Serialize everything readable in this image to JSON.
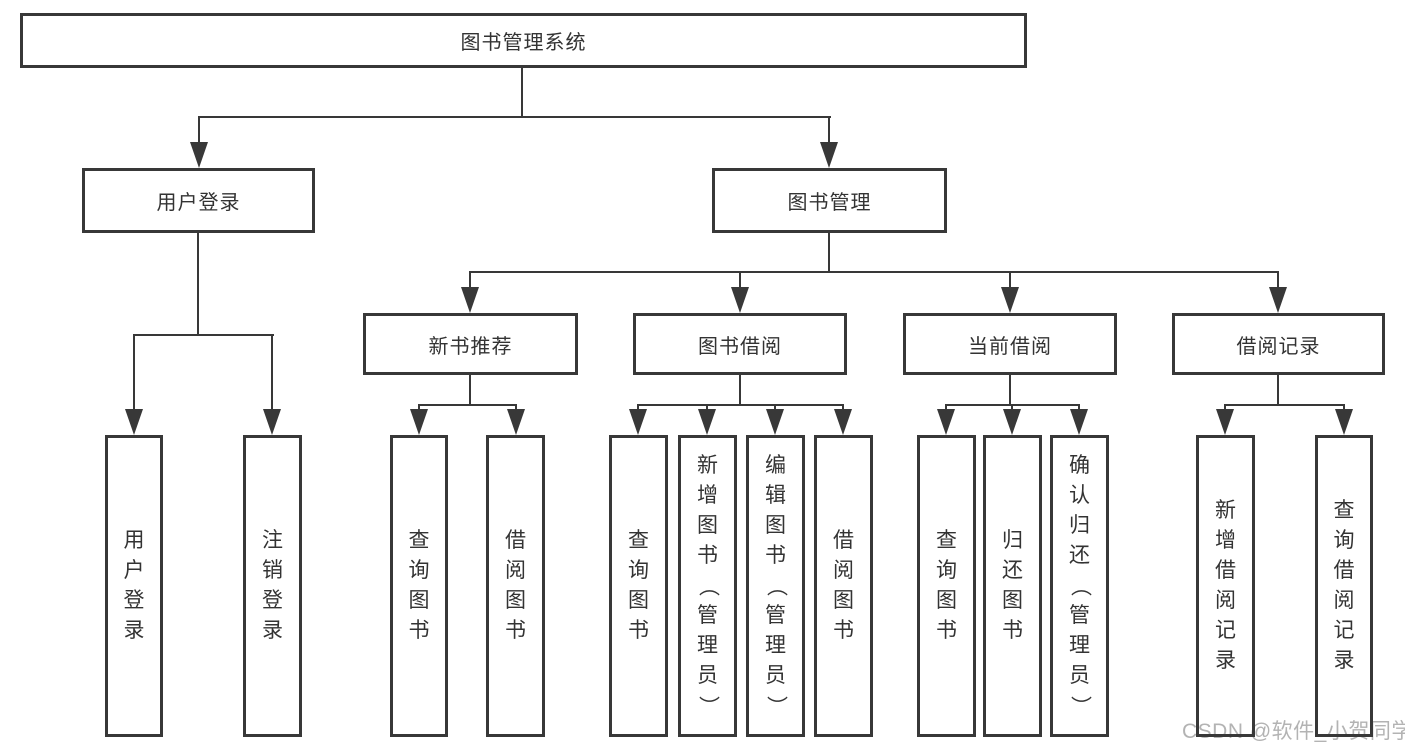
{
  "nodes": {
    "root": "图书管理系统",
    "user_login": "用户登录",
    "book_mgmt": "图书管理",
    "new_book_rec": "新书推荐",
    "book_borrow": "图书借阅",
    "current_borrow": "当前借阅",
    "borrow_records": "借阅记录",
    "leaf_user_login": "用户登录",
    "leaf_logout": "注销登录",
    "leaf_nb_query": "查询图书",
    "leaf_nb_borrow": "借阅图书",
    "leaf_bb_query": "查询图书",
    "leaf_bb_add": "新增图书（管理员）",
    "leaf_bb_edit": "编辑图书（管理员）",
    "leaf_bb_borrow": "借阅图书",
    "leaf_cb_query": "查询图书",
    "leaf_cb_return": "归还图书",
    "leaf_cb_confirm": "确认归还（管理员）",
    "leaf_br_add": "新增借阅记录",
    "leaf_br_query": "查询借阅记录"
  },
  "watermark": {
    "text": "CSDN @软件_小贺同学",
    "color": "#b3b3b3"
  },
  "colors": {
    "line": "#383838",
    "text": "#333333",
    "background": "#ffffff"
  }
}
